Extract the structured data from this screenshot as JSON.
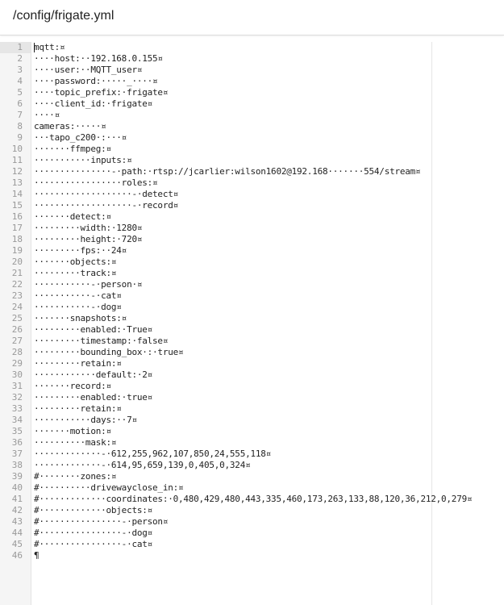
{
  "header": {
    "file_path": "/config/frigate.yml"
  },
  "colors": {
    "text": "#222222",
    "line_number": "#999999",
    "gutter": "#f5f5f5",
    "active_gutter": "#e6e6e6"
  },
  "editor": {
    "lines": [
      {
        "num": "1",
        "text": "mqtt:¤"
      },
      {
        "num": "2",
        "text": "····host:··192.168.0.155¤"
      },
      {
        "num": "3",
        "text": "····user:··MQTT_user¤"
      },
      {
        "num": "4",
        "text": "····password:·····_····¤"
      },
      {
        "num": "5",
        "text": "····topic_prefix:·frigate¤"
      },
      {
        "num": "6",
        "text": "····client_id:·frigate¤"
      },
      {
        "num": "7",
        "text": "····¤"
      },
      {
        "num": "8",
        "text": "cameras:·····¤"
      },
      {
        "num": "9",
        "text": "···tapo_c200·:···¤"
      },
      {
        "num": "10",
        "text": "·······ffmpeg:¤"
      },
      {
        "num": "11",
        "text": "···········inputs:¤"
      },
      {
        "num": "12",
        "text": "···············-·path:·rtsp://jcarlier:wilson1602@192.168·······554/stream¤"
      },
      {
        "num": "13",
        "text": "·················roles:¤"
      },
      {
        "num": "14",
        "text": "···················-·detect¤"
      },
      {
        "num": "15",
        "text": "···················-·record¤"
      },
      {
        "num": "16",
        "text": "·······detect:¤"
      },
      {
        "num": "17",
        "text": "·········width:·1280¤"
      },
      {
        "num": "18",
        "text": "·········height:·720¤"
      },
      {
        "num": "19",
        "text": "·········fps:··24¤"
      },
      {
        "num": "20",
        "text": "·······objects:¤"
      },
      {
        "num": "21",
        "text": "·········track:¤"
      },
      {
        "num": "22",
        "text": "···········-·person·¤"
      },
      {
        "num": "23",
        "text": "···········-·cat¤"
      },
      {
        "num": "24",
        "text": "···········-·dog¤"
      },
      {
        "num": "25",
        "text": "·······snapshots:¤"
      },
      {
        "num": "26",
        "text": "·········enabled:·True¤"
      },
      {
        "num": "27",
        "text": "·········timestamp:·false¤"
      },
      {
        "num": "28",
        "text": "·········bounding_box·:·true¤"
      },
      {
        "num": "29",
        "text": "·········retain:¤"
      },
      {
        "num": "30",
        "text": "············default:·2¤"
      },
      {
        "num": "31",
        "text": "·······record:¤"
      },
      {
        "num": "32",
        "text": "·········enabled:·true¤"
      },
      {
        "num": "33",
        "text": "·········retain:¤"
      },
      {
        "num": "34",
        "text": "···········days:··7¤"
      },
      {
        "num": "35",
        "text": "·······motion:¤"
      },
      {
        "num": "36",
        "text": "··········mask:¤"
      },
      {
        "num": "37",
        "text": "·············-·612,255,962,107,850,24,555,118¤"
      },
      {
        "num": "38",
        "text": "·············-·614,95,659,139,0,405,0,324¤"
      },
      {
        "num": "39",
        "text": "#········zones:¤"
      },
      {
        "num": "40",
        "text": "#··········drivewayclose_in:¤"
      },
      {
        "num": "41",
        "text": "#·············coordinates:·0,480,429,480,443,335,460,173,263,133,88,120,36,212,0,279¤"
      },
      {
        "num": "42",
        "text": "#·············objects:¤"
      },
      {
        "num": "43",
        "text": "#················-·person¤"
      },
      {
        "num": "44",
        "text": "#················-·dog¤"
      },
      {
        "num": "45",
        "text": "#················-·cat¤"
      },
      {
        "num": "46",
        "text": "¶"
      }
    ]
  }
}
